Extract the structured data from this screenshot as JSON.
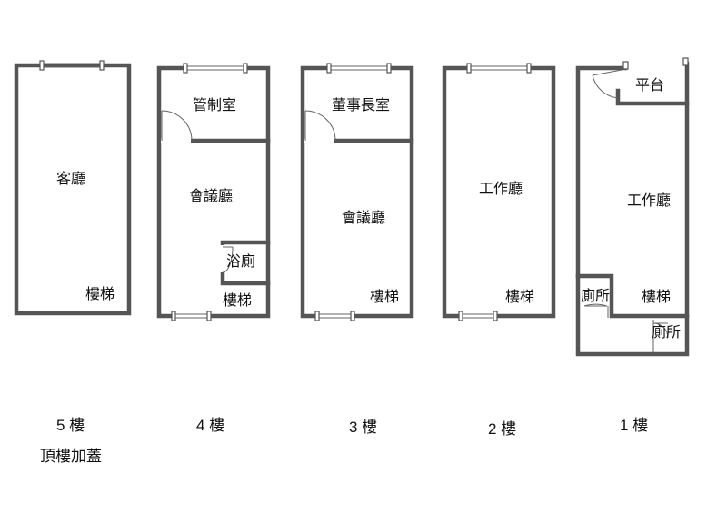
{
  "floors": [
    {
      "floor_label": "5 樓",
      "floor_note": "頂樓加蓋",
      "rooms": [
        "客廳",
        "樓梯"
      ]
    },
    {
      "floor_label": "4 樓",
      "rooms": [
        "管制室",
        "會議廳",
        "浴廁",
        "樓梯"
      ]
    },
    {
      "floor_label": "3 樓",
      "rooms": [
        "董事長室",
        "會議廳",
        "樓梯"
      ]
    },
    {
      "floor_label": "2 樓",
      "rooms": [
        "工作廳",
        "樓梯"
      ]
    },
    {
      "floor_label": "1 樓",
      "rooms": [
        "平台",
        "工作廳",
        "廁所",
        "樓梯",
        "廁所"
      ]
    }
  ],
  "colors": {
    "wall": "#555555",
    "text": "#111111",
    "background": "#ffffff"
  }
}
